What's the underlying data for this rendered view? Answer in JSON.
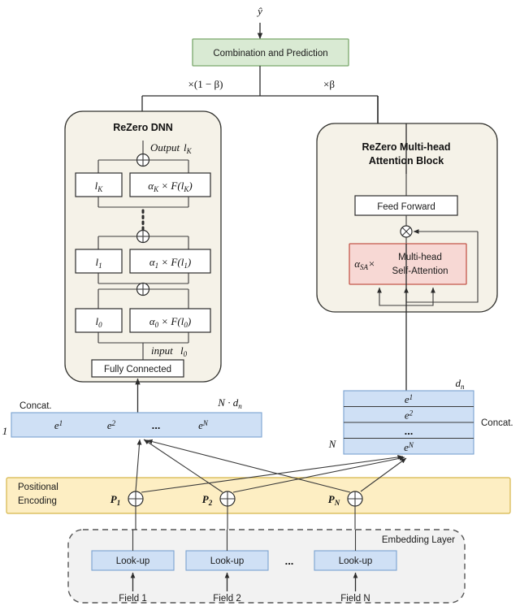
{
  "figure": {
    "type": "architecture-diagram",
    "output_label": "ŷ",
    "prediction_box": {
      "label": "Combination and Prediction",
      "fill": "#d9ead3",
      "stroke": "#7aa86b"
    },
    "weights": {
      "left": "×(1 − β)",
      "right": "×β"
    },
    "left_block": {
      "title": "ReZero DNN",
      "fill": "#f5f2e8",
      "output_caption": "Output",
      "output_symbol": "l_K",
      "input_caption": "input",
      "input_symbol": "l_0",
      "bottom_box": "Fully Connected",
      "stages": [
        {
          "identity": "l_K",
          "residual": "α_K × F(l_K)"
        },
        {
          "identity": "l_1",
          "residual": "α_1 × F(l_1)"
        },
        {
          "identity": "l_0",
          "residual": "α_0 × F(l_0)"
        }
      ],
      "vertical_dots": "⋮"
    },
    "right_block": {
      "title_line1": "ReZero Multi-head",
      "title_line2": "Attention Block",
      "fill": "#f5f2e8",
      "feed_forward": "Feed Forward",
      "attention": {
        "scale": "α_SA ×",
        "line1": "Multi-head",
        "line2": "Self-Attention",
        "fill": "#f7d8d4",
        "stroke": "#c4574b"
      },
      "add_symbol": "⊗"
    },
    "concat_left": {
      "caption": "Concat.",
      "dim_right": "N · d_n",
      "dim_left": "1",
      "cells": [
        "e^1",
        "e^2",
        "...",
        "e^N"
      ],
      "fill": "#cfe0f5"
    },
    "concat_right": {
      "caption": "Concat.",
      "dim_top": "d_n",
      "dim_left": "N",
      "rows": [
        "e^1",
        "e^2",
        "...",
        "e^N"
      ],
      "fill": "#cfe0f5"
    },
    "positional_encoding": {
      "label_line1": "Positional",
      "label_line2": "Encoding",
      "fill": "#fdeec3",
      "stroke": "#d6b64a",
      "nodes": [
        "P_1",
        "P_2",
        "P_N"
      ],
      "node_symbol": "⊕"
    },
    "embedding_layer": {
      "label": "Embedding Layer",
      "fill": "#f2f2f2",
      "lookups": [
        "Look-up",
        "Look-up",
        "Look-up"
      ],
      "ellipsis": "...",
      "fields": [
        "Field 1",
        "Field 2",
        "Field N"
      ],
      "lookup_fill": "#cfe0f5"
    }
  }
}
